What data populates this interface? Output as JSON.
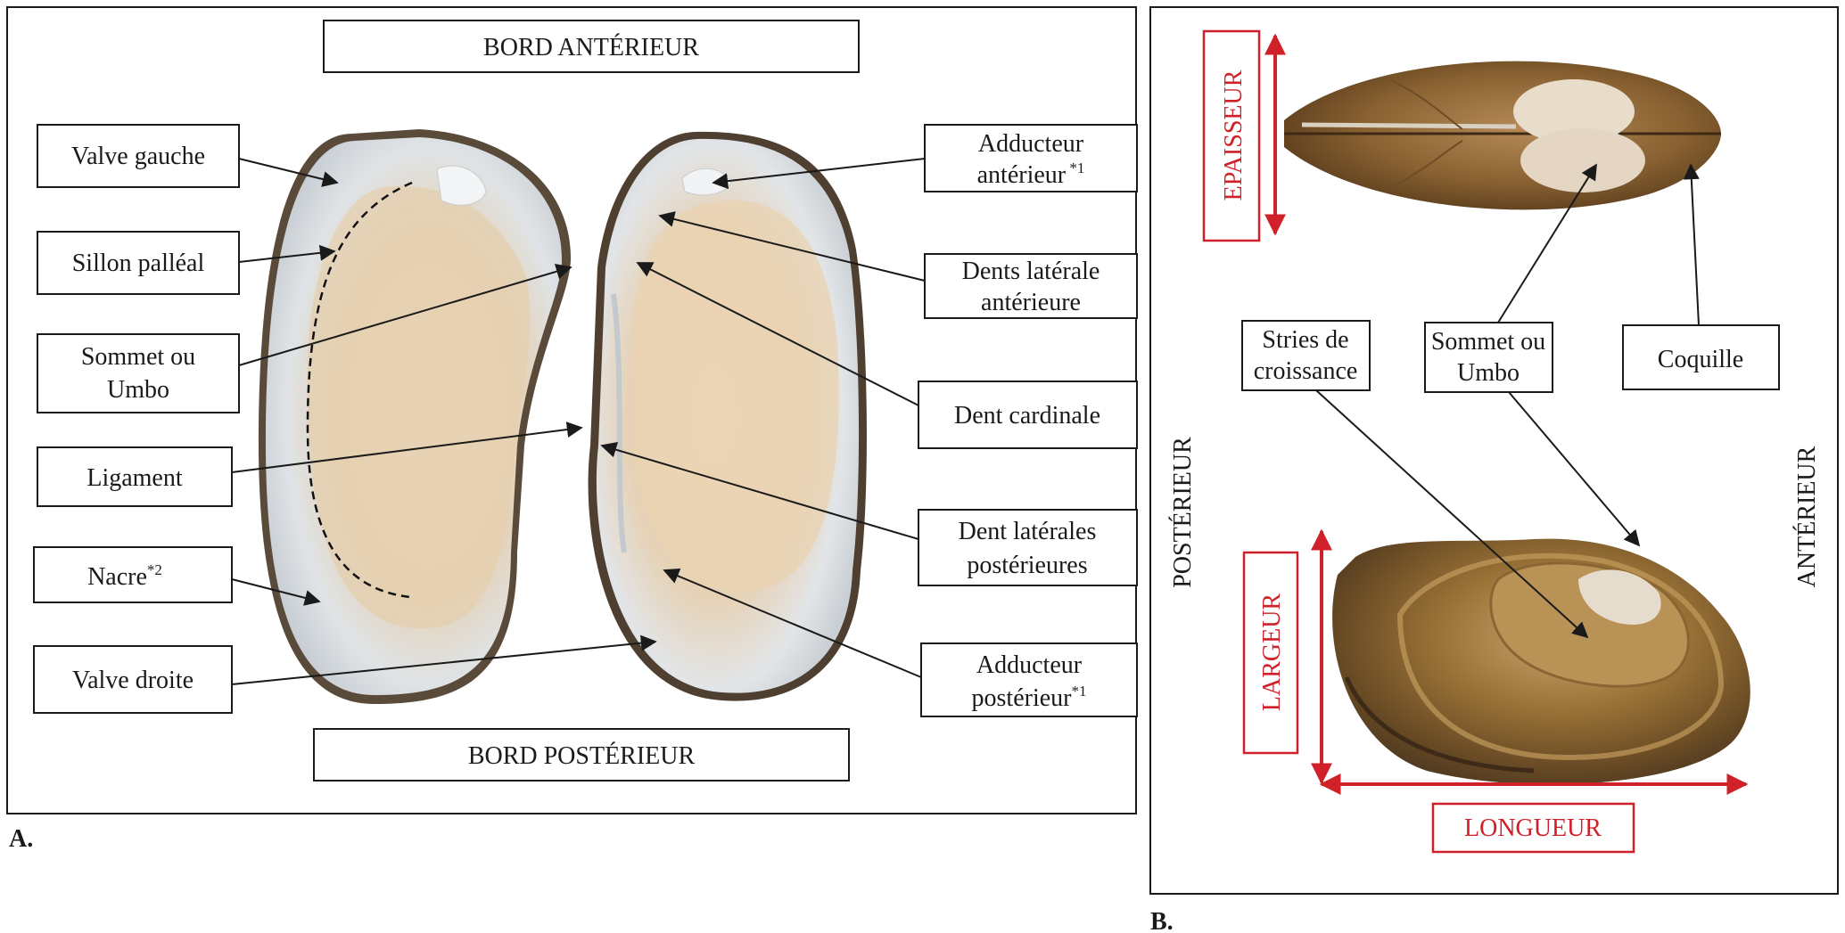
{
  "panel_a": {
    "letter": "A.",
    "top_header": "BORD ANTÉRIEUR",
    "bottom_header": "BORD POSTÉRIEUR",
    "left_labels": {
      "valve_gauche": [
        "Valve gauche"
      ],
      "sillon": [
        "Sillon palléal"
      ],
      "sommet": [
        "Sommet ou",
        "Umbo"
      ],
      "ligament": [
        "Ligament"
      ],
      "nacre": "Nacre",
      "nacre_sup": "*2",
      "valve_droite": [
        "Valve droite"
      ]
    },
    "right_labels": {
      "add_ant_1": "Adducteur",
      "add_ant_2": "antérieur",
      "add_ant_sup": " *1",
      "dents_lat_ant": [
        "Dents latérale",
        "antérieure"
      ],
      "dent_card": [
        "Dent cardinale"
      ],
      "dent_lat_post": [
        "Dent latérales",
        "postérieures"
      ],
      "add_post_1": "Adducteur",
      "add_post_2": "postérieur",
      "add_post_sup": "*1"
    }
  },
  "panel_b": {
    "letter": "B.",
    "side_left": "POSTÉRIEUR",
    "side_right": "ANTÉRIEUR",
    "epaisseur": "EPAISSEUR",
    "largeur": "LARGEUR",
    "longueur": "LONGUEUR",
    "stries": [
      "Stries de",
      "croissance"
    ],
    "sommet": [
      "Sommet ou",
      "Umbo"
    ],
    "coquille": [
      "Coquille"
    ]
  }
}
